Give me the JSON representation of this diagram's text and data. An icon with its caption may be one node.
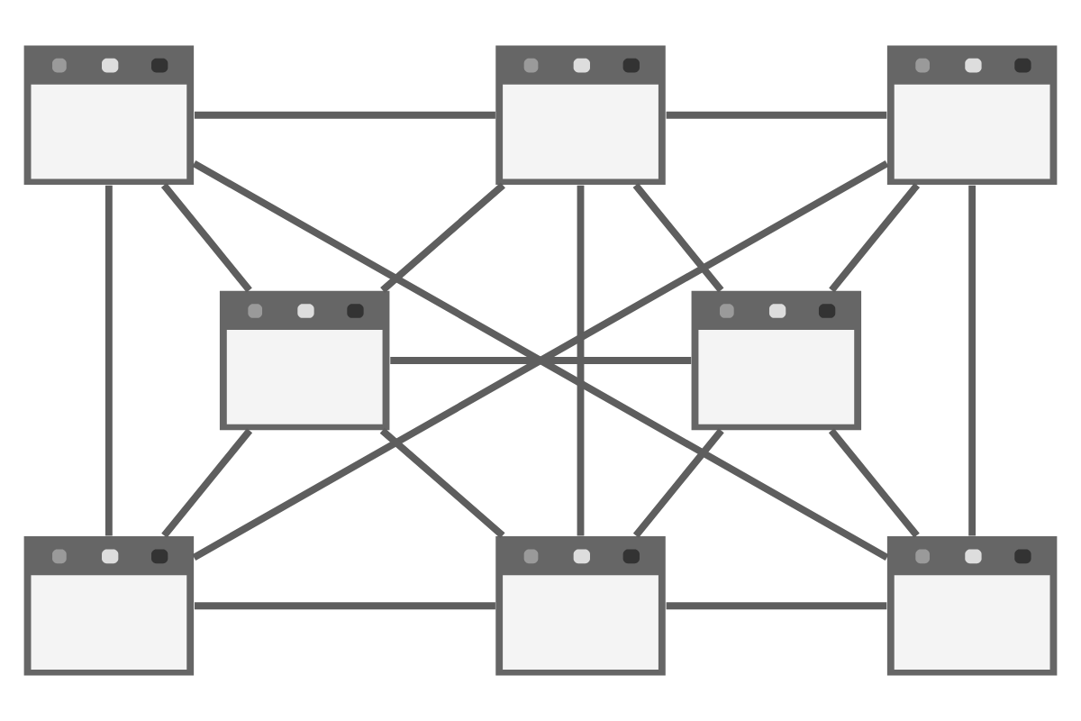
{
  "diagram": {
    "nodes": [
      {
        "text": [],
        "shape": "window"
      },
      {
        "text": [],
        "shape": "window"
      },
      {
        "text": [],
        "shape": "window"
      },
      {
        "text": [],
        "shape": "window"
      },
      {
        "text": [],
        "shape": "window"
      },
      {
        "text": [],
        "shape": "window"
      },
      {
        "text": [],
        "shape": "window"
      },
      {
        "text": [],
        "shape": "window"
      }
    ],
    "edges": [
      {
        "from": 0,
        "to": 1,
        "arrow": "none"
      },
      {
        "from": 1,
        "to": 2,
        "arrow": "none"
      },
      {
        "from": 0,
        "to": 3,
        "arrow": "none"
      },
      {
        "from": 0,
        "to": 5,
        "arrow": "none"
      },
      {
        "from": 0,
        "to": 7,
        "arrow": "none"
      },
      {
        "from": 1,
        "to": 3,
        "arrow": "none"
      },
      {
        "from": 1,
        "to": 4,
        "arrow": "none"
      },
      {
        "from": 1,
        "to": 6,
        "arrow": "none"
      },
      {
        "from": 2,
        "to": 4,
        "arrow": "none"
      },
      {
        "from": 2,
        "to": 5,
        "arrow": "none"
      },
      {
        "from": 2,
        "to": 7,
        "arrow": "none"
      },
      {
        "from": 3,
        "to": 4,
        "arrow": "none"
      },
      {
        "from": 3,
        "to": 5,
        "arrow": "none"
      },
      {
        "from": 3,
        "to": 6,
        "arrow": "none"
      },
      {
        "from": 4,
        "to": 6,
        "arrow": "none"
      },
      {
        "from": 4,
        "to": 7,
        "arrow": "none"
      },
      {
        "from": 5,
        "to": 6,
        "arrow": "none"
      },
      {
        "from": 6,
        "to": 7,
        "arrow": "none"
      }
    ]
  }
}
